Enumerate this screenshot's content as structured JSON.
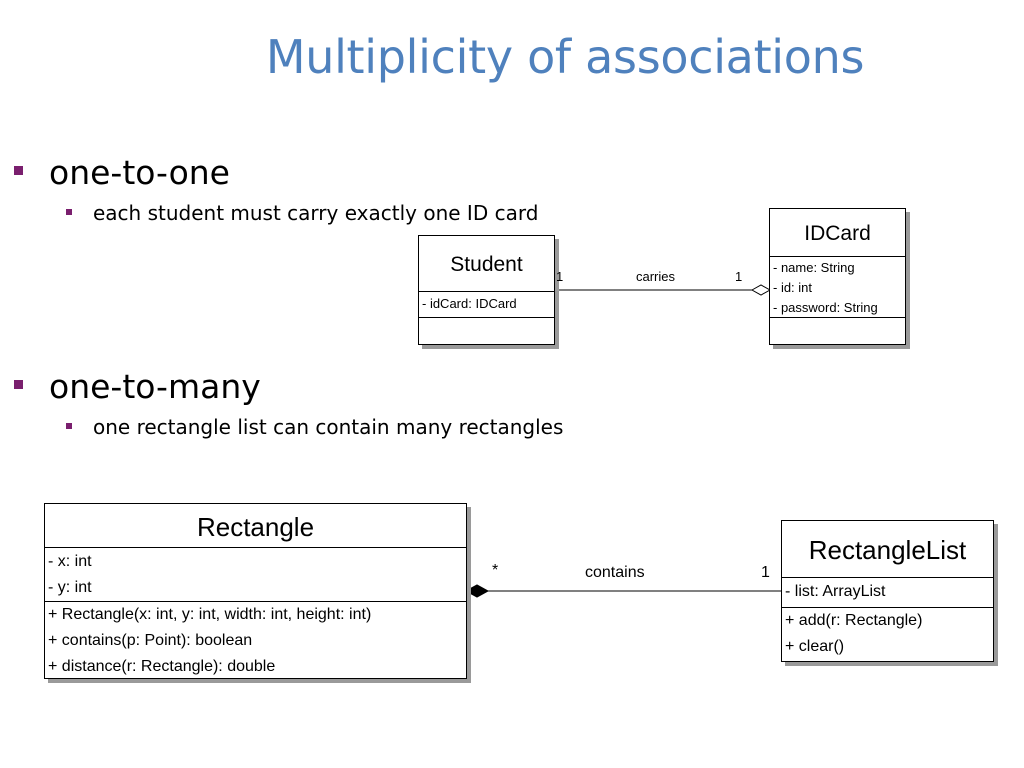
{
  "title": "Multiplicity of associations",
  "bullets": [
    {
      "heading": "one-to-one",
      "sub": "each student must carry exactly one ID card"
    },
    {
      "heading": "one-to-many",
      "sub": "one rectangle list can contain many rectangles"
    }
  ],
  "diagram1": {
    "student": {
      "name": "Student",
      "attributes": [
        "- idCard: IDCard"
      ],
      "methods": []
    },
    "idcard": {
      "name": "IDCard",
      "attributes": [
        "- name: String",
        "- id: int",
        "- password: String"
      ],
      "methods": []
    },
    "association": {
      "label": "carries",
      "left_mult": "1",
      "right_mult": "1",
      "end_style": "hollow-diamond"
    }
  },
  "diagram2": {
    "rectangle": {
      "name": "Rectangle",
      "attributes": [
        "- x: int",
        "- y: int"
      ],
      "methods": [
        "+ Rectangle(x: int, y: int, width: int, height: int)",
        "+ contains(p: Point): boolean",
        "+ distance(r: Rectangle): double"
      ]
    },
    "rectanglelist": {
      "name": "RectangleList",
      "attributes": [
        "- list: ArrayList"
      ],
      "methods": [
        "+ add(r: Rectangle)",
        "+ clear()"
      ]
    },
    "association": {
      "label": "contains",
      "left_mult": "*",
      "right_mult": "1",
      "end_style": "filled-diamond"
    }
  },
  "colors": {
    "title": "#4f81bd",
    "bullet": "#7a1f6e",
    "shadow": "#9a9a9a"
  }
}
